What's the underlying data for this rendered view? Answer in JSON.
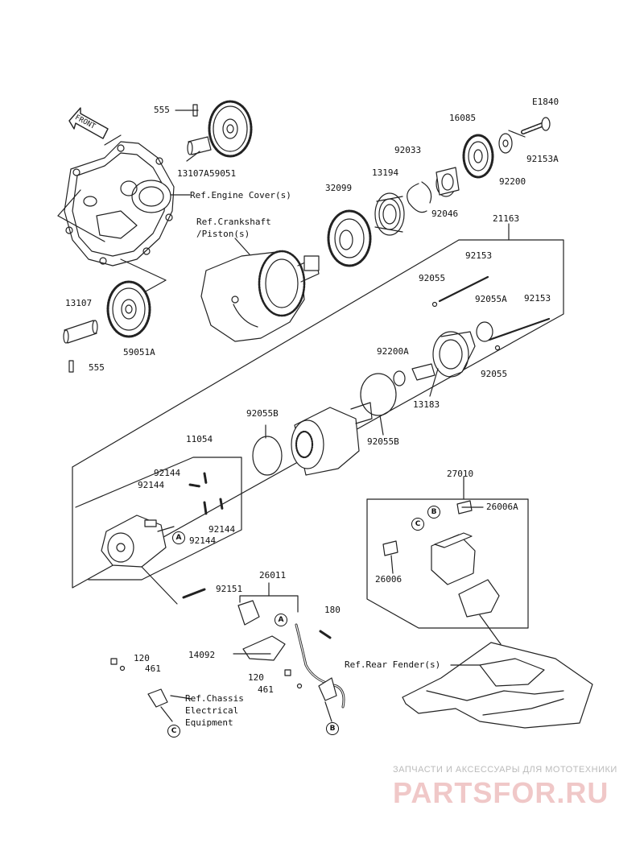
{
  "diagram_code": "E1840",
  "front_arrow": "FRONT",
  "part_labels": {
    "p555_top": "555",
    "p59051": "59051",
    "p13107A": "13107A",
    "p32099": "32099",
    "p13194": "13194",
    "p92033": "92033",
    "p16085": "16085",
    "p92046": "92046",
    "p92200": "92200",
    "p92153A": "92153A",
    "p21163": "21163",
    "p92153_a": "92153",
    "p92055_a": "92055",
    "p92055A": "92055A",
    "p92153_b": "92153",
    "p92055_b": "92055",
    "p13107": "13107",
    "p555_bot": "555",
    "p59051A": "59051A",
    "p92200A": "92200A",
    "p13183": "13183",
    "p92055B_a": "92055B",
    "p92055B_b": "92055B",
    "p11054": "11054",
    "p92144_a": "92144",
    "p92144_b": "92144",
    "p92144_c": "92144",
    "p92144_d": "92144",
    "p92151": "92151",
    "p27010": "27010",
    "p26006A": "26006A",
    "p26006": "26006",
    "p26011": "26011",
    "p180": "180",
    "p14092": "14092",
    "p120_a": "120",
    "p461_a": "461",
    "p120_b": "120",
    "p461_b": "461"
  },
  "references": {
    "engine_cover": "Ref.Engine Cover(s)",
    "crankshaft": "Ref.Crankshaft\n/Piston(s)",
    "rear_fender": "Ref.Rear Fender(s)",
    "chassis": "Ref.Chassis\nElectrical\nEquipment"
  },
  "connectors": {
    "A1": "A",
    "A2": "A",
    "B1": "B",
    "B2": "B",
    "C1": "C",
    "C2": "C"
  },
  "watermark": {
    "line1": "ЗАПЧАСТИ И АКСЕССУАРЫ ДЛЯ МОТОТЕХНИКИ",
    "line2": "PARTSFOR.RU"
  }
}
